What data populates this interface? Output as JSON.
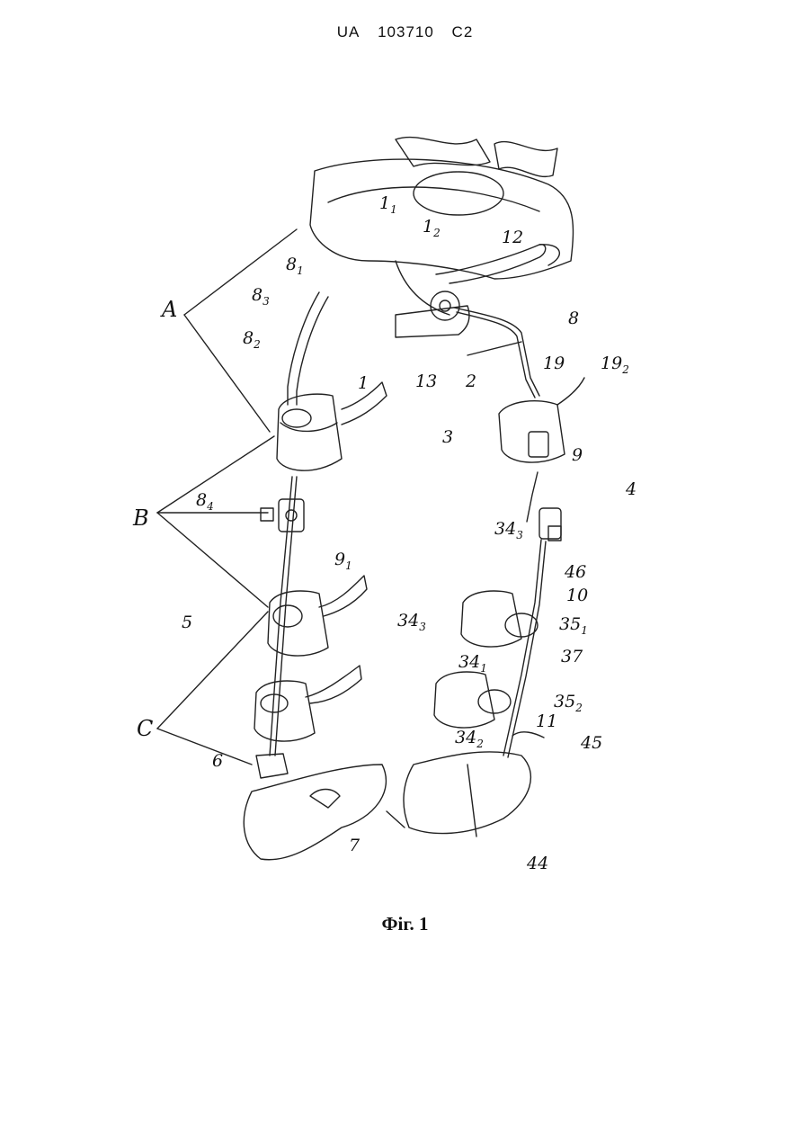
{
  "header": {
    "country": "UA",
    "number": "103710",
    "kind": "C2"
  },
  "caption": "Фіг. 1",
  "labels": {
    "l1_1": "1",
    "l1_1sub": "1",
    "l1_2": "1",
    "l1_2sub": "2",
    "l12": "12",
    "l8_1": "8",
    "l8_1sub": "1",
    "l8_3": "8",
    "l8_3sub": "3",
    "l8_2": "8",
    "l8_2sub": "2",
    "lA": "A",
    "l1": "1",
    "l13": "13",
    "l2": "2",
    "l8": "8",
    "l19": "19",
    "l19_2": "19",
    "l19_2sub": "2",
    "l3": "3",
    "l9": "9",
    "l4": "4",
    "l8_4": "8",
    "l8_4sub": "4",
    "lB": "B",
    "l9_1": "9",
    "l9_1sub": "1",
    "l34_3a": "34",
    "l34_3asub": "3",
    "l46": "46",
    "l10": "10",
    "l5": "5",
    "l35_1": "35",
    "l35_1sub": "1",
    "l34_3b": "34",
    "l34_3bsub": "3",
    "l34_1": "34",
    "l34_1sub": "1",
    "l37": "37",
    "l35_2": "35",
    "l35_2sub": "2",
    "lC": "C",
    "l34_2": "34",
    "l34_2sub": "2",
    "l11": "11",
    "l45": "45",
    "l6": "6",
    "l7": "7",
    "l44": "44"
  }
}
